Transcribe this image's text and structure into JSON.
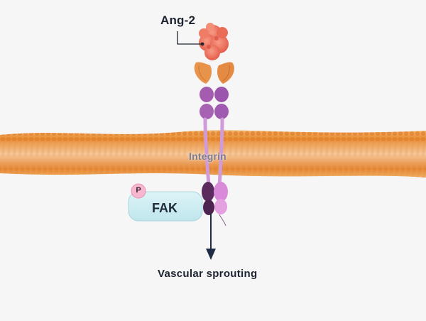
{
  "labels": {
    "ligand": "Ang-2",
    "receptor": "Integrin",
    "kinase": "FAK",
    "phospho": "P",
    "outcome": "Vascular sprouting"
  },
  "colors": {
    "background": "#f6f6f7",
    "membrane": "#e6892f",
    "ligand": "#ee6f5b",
    "head_domain": "#e8934a",
    "integrin_domain": "#a45bb0",
    "kinase_box": "#cdeef3",
    "phospho_badge": "#f6b7cf",
    "arrow": "#1d2b45"
  },
  "icons": {
    "ligand": "ang2-protein-icon",
    "receptor": "integrin-receptor-icon",
    "kinase": "fak-kinase-icon",
    "phospho": "phosphate-badge-icon"
  }
}
